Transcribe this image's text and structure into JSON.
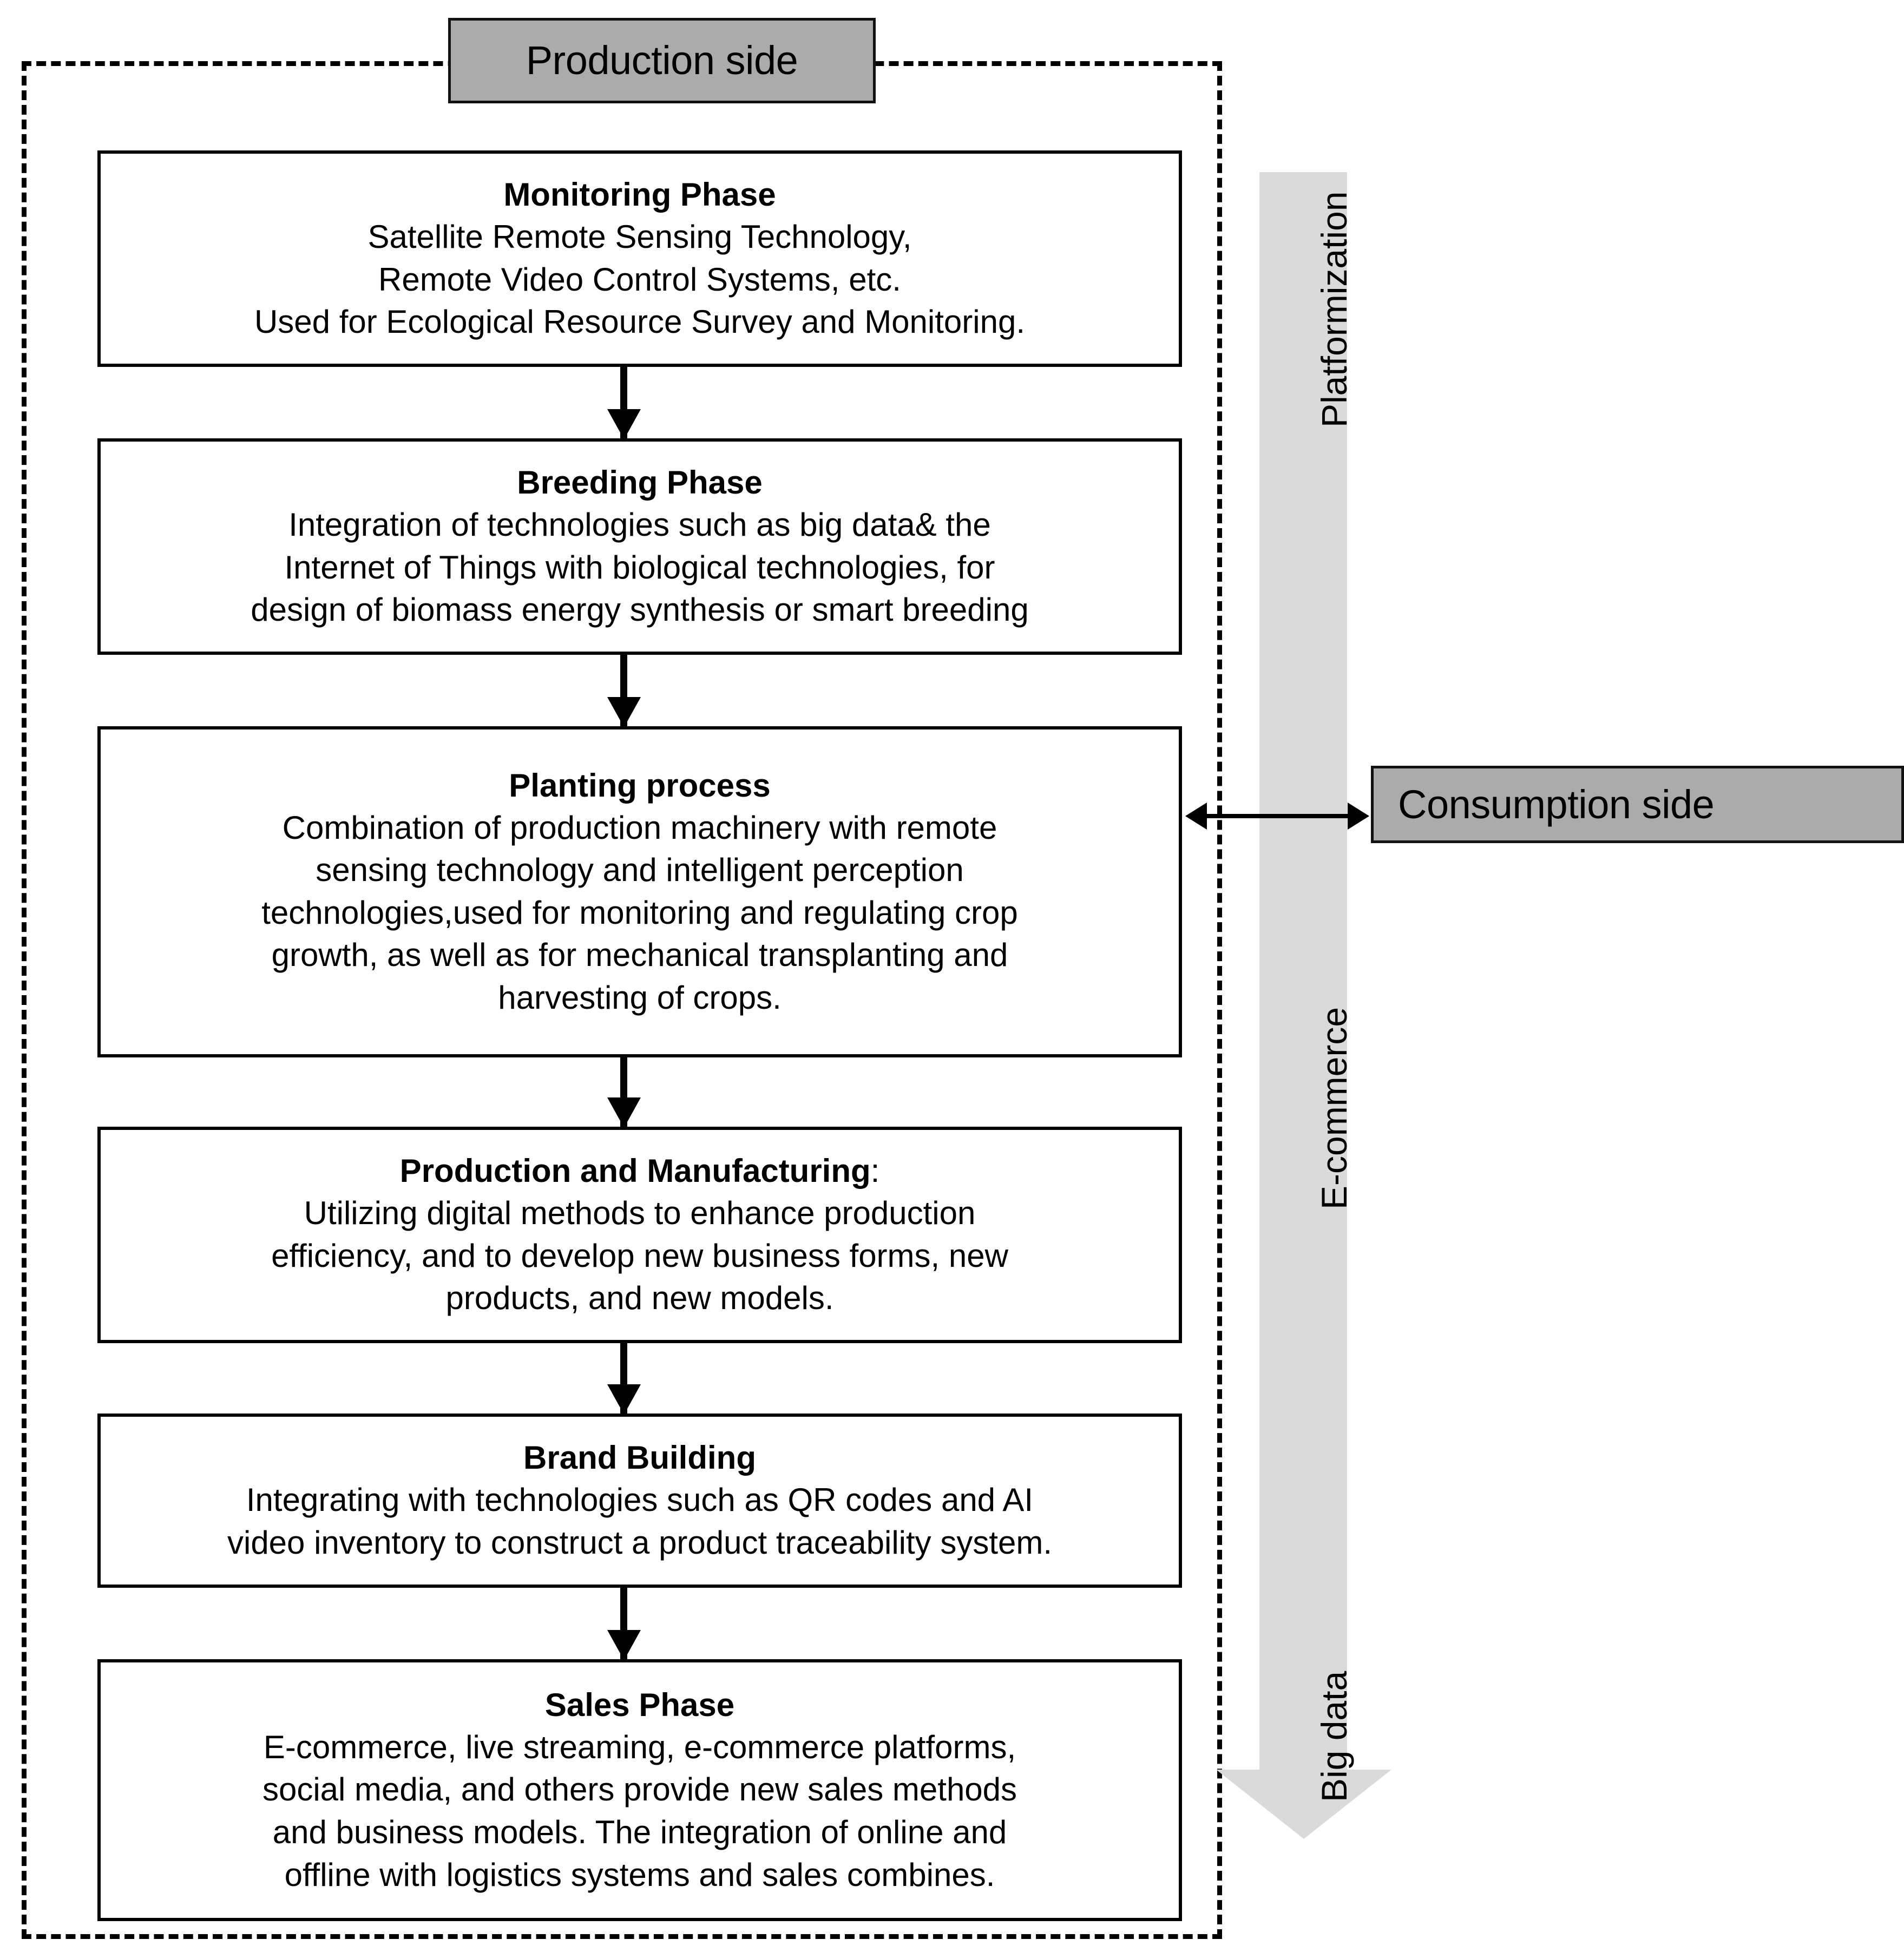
{
  "diagram": {
    "production_side_label": "Production side",
    "consumption_side_label": "Consumption side",
    "colors": {
      "label_fill": "#ababab",
      "arrow_fill": "#dadada",
      "stroke": "#000000",
      "background": "#ffffff"
    },
    "phases": [
      {
        "id": "monitoring",
        "title": "Monitoring Phase",
        "title_suffix": "",
        "body": "Satellite Remote Sensing Technology,\nRemote Video Control Systems, etc.\nUsed for Ecological Resource Survey and Monitoring."
      },
      {
        "id": "breeding",
        "title": "Breeding Phase",
        "title_suffix": "",
        "body": "Integration of technologies such as big data& the\nInternet of Things with biological technologies,  for\ndesign of biomass energy synthesis or smart breeding"
      },
      {
        "id": "planting",
        "title": "Planting process",
        "title_suffix": "",
        "body": "Combination of production machinery with remote\nsensing technology and intelligent perception\ntechnologies,used for monitoring and regulating crop\ngrowth, as well as for mechanical transplanting and\nharvesting of crops."
      },
      {
        "id": "production-manufacturing",
        "title": "Production and Manufacturing",
        "title_suffix": ":",
        "body": "Utilizing digital methods to enhance production\nefficiency, and to develop new business forms, new\nproducts, and new models."
      },
      {
        "id": "brand-building",
        "title": "Brand Building",
        "title_suffix": "",
        "body": "Integrating with technologies such as QR codes and AI\nvideo inventory to construct a product traceability system."
      },
      {
        "id": "sales",
        "title": "Sales Phase",
        "title_suffix": "",
        "body": "E-commerce, live streaming, e-commerce platforms,\nsocial media, and others provide new sales methods\nand business models. The integration of online and\noffline with logistics systems and sales combines."
      }
    ],
    "side_arrow": {
      "labels": [
        {
          "id": "platformization",
          "text": "Platformization"
        },
        {
          "id": "e-commerce",
          "text": "E-commerce"
        },
        {
          "id": "big-data",
          "text": "Big data"
        }
      ],
      "direction": "down"
    },
    "exchange_arrow": {
      "direction": "bidirectional",
      "from": "Planting process",
      "to": "Consumption side"
    }
  }
}
